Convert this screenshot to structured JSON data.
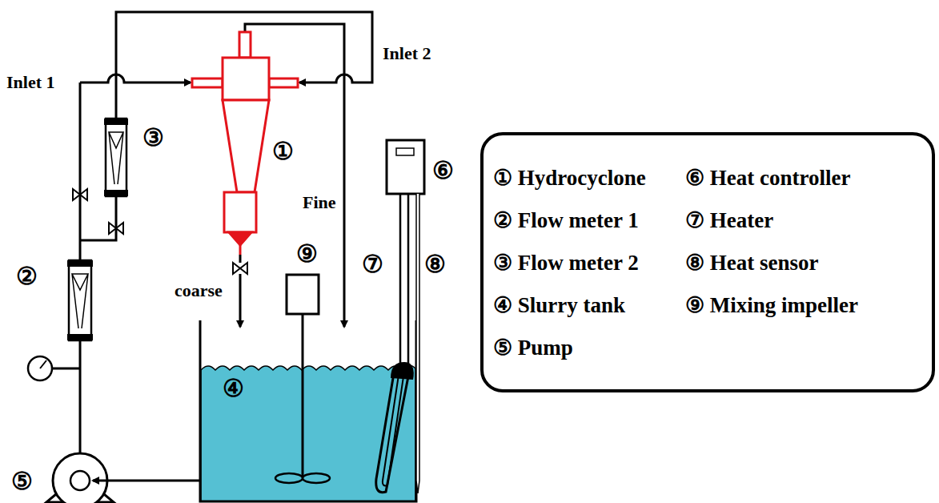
{
  "diagram": {
    "nodes": [
      {
        "text": [
          "① Hydrocyclone",
          "② Flow meter 1",
          "③ Flow meter 2",
          "④ Slurry tank",
          "⑤ Pump",
          "⑥ Heat controller",
          "⑦ Heater",
          "⑧ Heat sensor",
          "⑨ Mixing impeller"
        ]
      }
    ],
    "labels": [
      "Inlet 1",
      "Inlet 2",
      "①",
      "②",
      "③",
      "④",
      "⑤",
      "⑥",
      "⑦",
      "⑧",
      "⑨",
      "Fine",
      "coarse"
    ]
  }
}
